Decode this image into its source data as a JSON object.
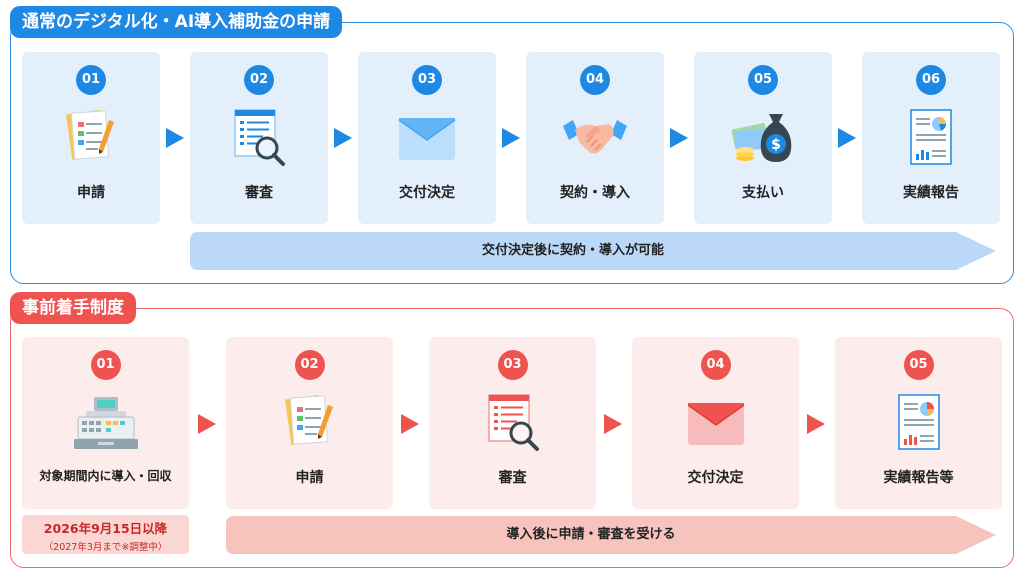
{
  "blue_section": {
    "title": "通常のデジタル化・AI導入補助金の申請",
    "steps": [
      {
        "number": "01",
        "label": "申請"
      },
      {
        "number": "02",
        "label": "審査"
      },
      {
        "number": "03",
        "label": "交付決定"
      },
      {
        "number": "04",
        "label": "契約・導入"
      },
      {
        "number": "05",
        "label": "支払い"
      },
      {
        "number": "06",
        "label": "実績報告"
      }
    ],
    "banner": "交付決定後に契約・導入が可能"
  },
  "red_section": {
    "title": "事前着手制度",
    "steps": [
      {
        "number": "01",
        "label": "対象期間内に導入・回収"
      },
      {
        "number": "02",
        "label": "申請"
      },
      {
        "number": "03",
        "label": "審査"
      },
      {
        "number": "04",
        "label": "交付決定"
      },
      {
        "number": "05",
        "label": "実績報告等"
      }
    ],
    "note": {
      "main": "2026年9月15日以降",
      "sub": "（2027年3月まで※調整中）"
    },
    "banner": "導入後に申請・審査を受ける"
  },
  "colors": {
    "blue": "#1e88e5",
    "red": "#ef5350",
    "blue_light": "#e3f0fc",
    "red_light": "#fdecec"
  },
  "icons": [
    "document-pen-icon",
    "list-magnifier-icon",
    "envelope-icon",
    "handshake-icon",
    "money-bag-icon",
    "report-chart-icon",
    "cash-register-icon"
  ]
}
